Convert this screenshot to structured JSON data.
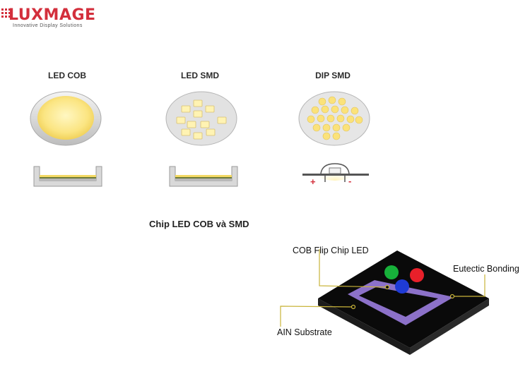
{
  "brand": {
    "name": "LUXMAGE",
    "tagline": "Innovative Display Solutions",
    "color": "#d32f3c"
  },
  "columns": [
    {
      "title": "LED COB"
    },
    {
      "title": "LED SMD"
    },
    {
      "title": "DIP SMD"
    }
  ],
  "dip_symbols": {
    "plus": "+",
    "minus": "-"
  },
  "caption": "Chip LED COB và SMD",
  "cob_diagram": {
    "labels": {
      "flip_chip": "COB Flip Chip LED",
      "eutectic": "Eutectic Bonding",
      "substrate": "AIN Substrate"
    },
    "chip_colors": [
      "#17b13a",
      "#e8202a",
      "#1f3bd6"
    ],
    "accent": "#c9b43a"
  }
}
